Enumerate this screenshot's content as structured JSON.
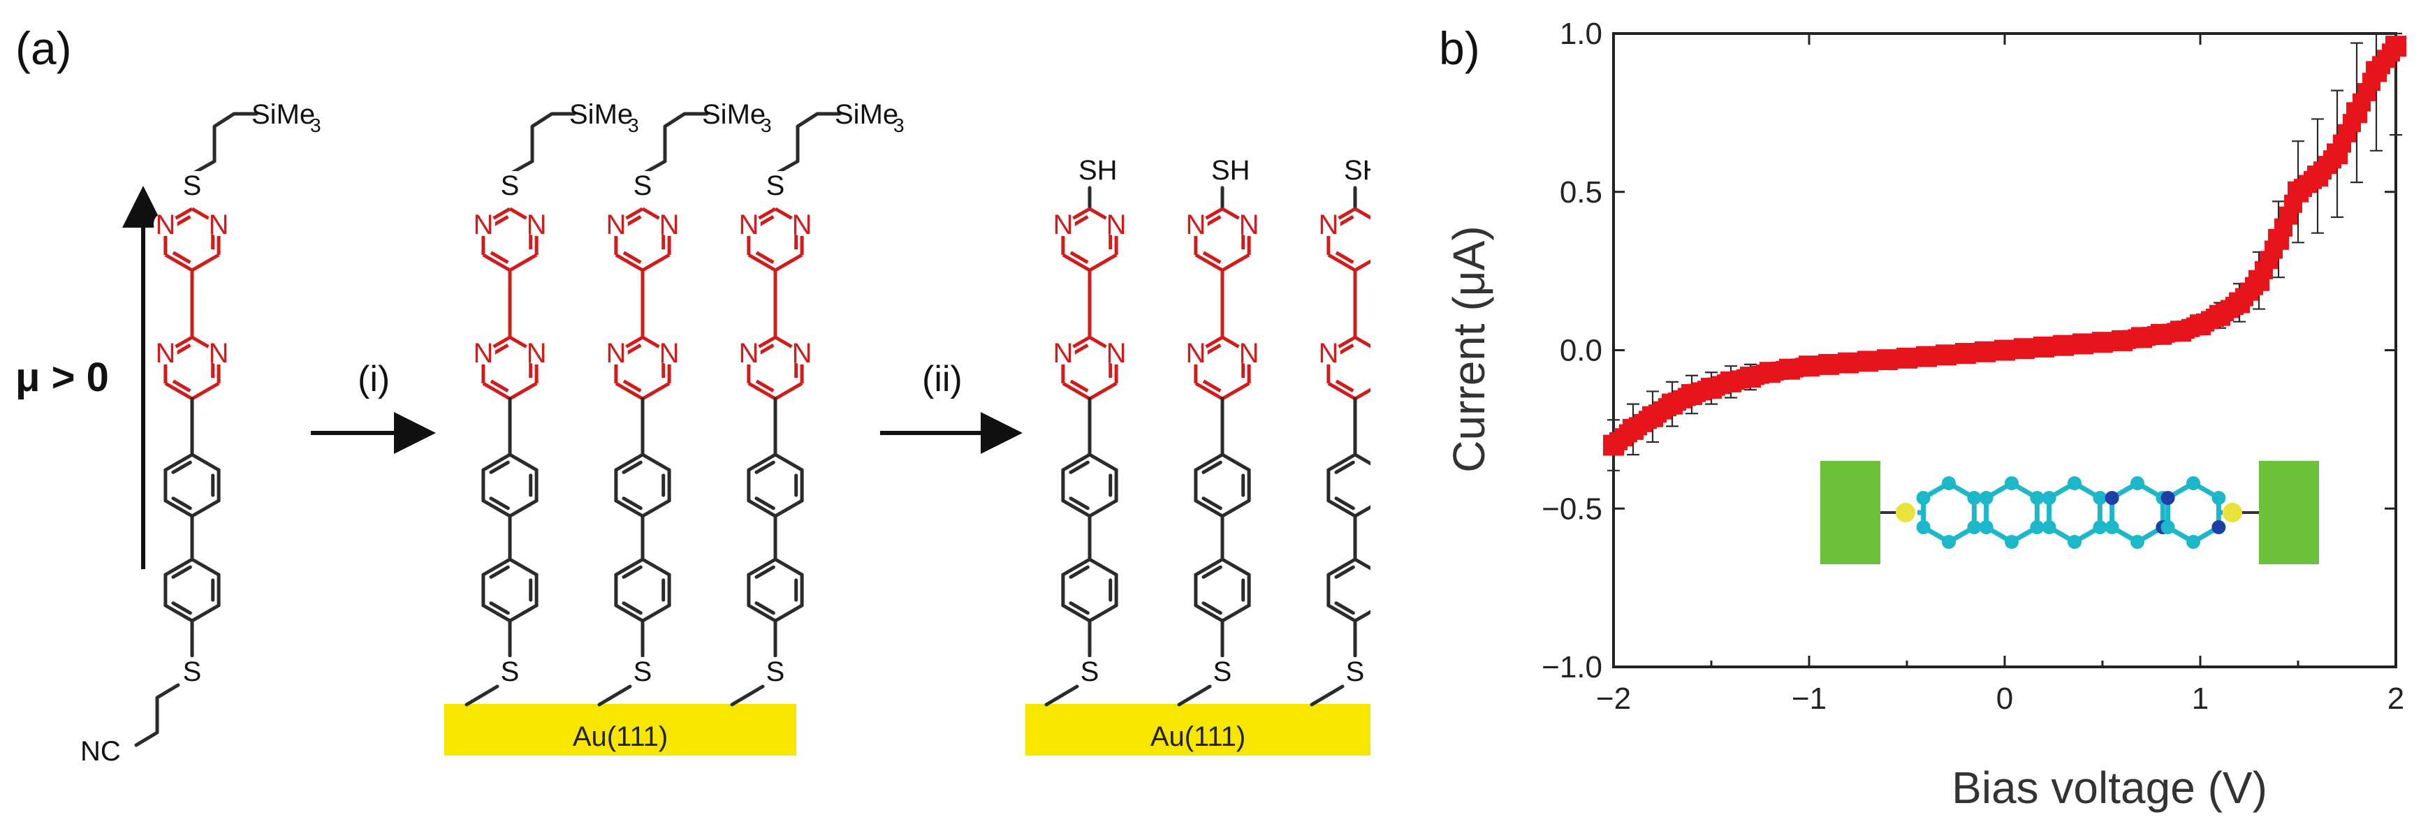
{
  "panel_a": {
    "label": "(a)",
    "dipole_label": "μ > 0",
    "step1": "(i)",
    "step2": "(ii)",
    "substrate": "Au(111)",
    "group_tms": "SiMe",
    "group_tms_sub": "3",
    "group_thiol": "SH",
    "atom_s": "S",
    "atom_n": "N",
    "group_nc": "NC"
  },
  "panel_b": {
    "label": "b)"
  },
  "colors": {
    "marker": "#e8141c",
    "heteroaryl": "#d21b1b",
    "substrate": "#f7e600",
    "electrode": "#6cc13a",
    "carbon": "#1cb8c9",
    "nitrogen": "#1f3fa8",
    "sulfur": "#e9e23a"
  },
  "chart_data": {
    "type": "scatter",
    "xlabel": "Bias voltage (V)",
    "ylabel": "Current (μA)",
    "xlim": [
      -2,
      2
    ],
    "ylim": [
      -1.0,
      1.0
    ],
    "xticks": [
      -2,
      -1,
      0,
      1,
      2
    ],
    "xtick_labels": [
      "−2",
      "−1",
      "0",
      "1",
      "2"
    ],
    "yticks": [
      -1.0,
      -0.5,
      0.0,
      0.5,
      1.0
    ],
    "ytick_labels": [
      "−1.0",
      "−0.5",
      "0.0",
      "0.5",
      "1.0"
    ],
    "grid": false,
    "legend": "none",
    "x": [
      -2.0,
      -1.9,
      -1.8,
      -1.7,
      -1.6,
      -1.5,
      -1.4,
      -1.3,
      -1.2,
      -1.1,
      -1.0,
      -0.9,
      -0.8,
      -0.7,
      -0.6,
      -0.5,
      -0.4,
      -0.3,
      -0.2,
      -0.1,
      0.0,
      0.1,
      0.2,
      0.3,
      0.4,
      0.5,
      0.6,
      0.7,
      0.8,
      0.9,
      1.0,
      1.1,
      1.2,
      1.3,
      1.4,
      1.5,
      1.6,
      1.7,
      1.8,
      1.9,
      2.0
    ],
    "y": [
      -0.3,
      -0.25,
      -0.21,
      -0.17,
      -0.14,
      -0.12,
      -0.1,
      -0.085,
      -0.07,
      -0.06,
      -0.05,
      -0.045,
      -0.04,
      -0.035,
      -0.03,
      -0.025,
      -0.02,
      -0.015,
      -0.01,
      -0.005,
      0.0,
      0.005,
      0.01,
      0.015,
      0.02,
      0.025,
      0.03,
      0.04,
      0.05,
      0.06,
      0.08,
      0.11,
      0.15,
      0.22,
      0.35,
      0.5,
      0.55,
      0.62,
      0.75,
      0.88,
      0.96
    ],
    "err": [
      0.08,
      0.08,
      0.08,
      0.07,
      0.06,
      0.05,
      0.05,
      0.04,
      0.03,
      0.02,
      0.015,
      0.01,
      0.01,
      0.008,
      0.007,
      0.006,
      0.005,
      0.005,
      0.004,
      0.004,
      0.004,
      0.004,
      0.004,
      0.005,
      0.005,
      0.006,
      0.007,
      0.008,
      0.01,
      0.015,
      0.02,
      0.04,
      0.06,
      0.09,
      0.12,
      0.16,
      0.18,
      0.2,
      0.22,
      0.25,
      0.28
    ]
  }
}
